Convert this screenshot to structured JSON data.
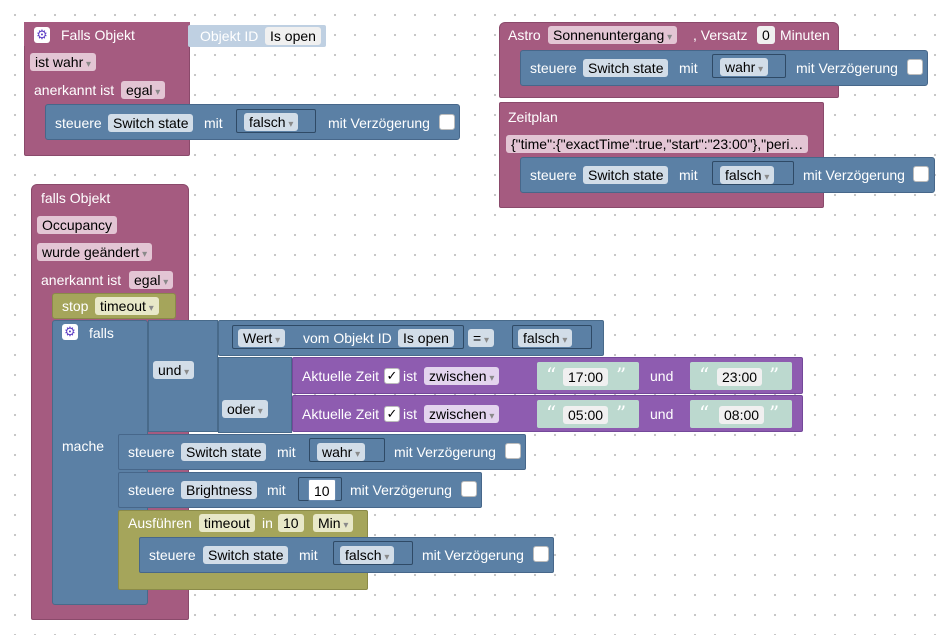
{
  "block_group_1": {
    "header": "Falls Objekt",
    "object_id_label": "Objekt ID",
    "object_id_value": "Is open",
    "condition": "ist wahr",
    "ack_label": "anerkannt ist",
    "ack_value": "egal",
    "control": {
      "label": "steuere",
      "target": "Switch state",
      "with": "mit",
      "value": "falsch",
      "delay": "mit Verzögerung"
    }
  },
  "block_group_2": {
    "header": "Astro",
    "event": "Sonnenuntergang",
    "offset_label": ", Versatz",
    "offset_value": "0",
    "minutes": "Minuten",
    "control": {
      "label": "steuere",
      "target": "Switch state",
      "with": "mit",
      "value": "wahr",
      "delay": "mit Verzögerung"
    },
    "schedule_label": "Zeitplan",
    "schedule_value": "{\"time\":{\"exactTime\":true,\"start\":\"23:00\"},\"peri…",
    "control2": {
      "label": "steuere",
      "target": "Switch state",
      "with": "mit",
      "value": "falsch",
      "delay": "mit Verzögerung"
    }
  },
  "block_group_3": {
    "header": "falls Objekt",
    "object": "Occupancy",
    "trigger": "wurde geändert",
    "ack_label": "anerkannt ist",
    "ack_value": "egal",
    "stop_label": "stop",
    "stop_value": "timeout",
    "if_label": "falls",
    "and_label": "und",
    "or_label": "oder",
    "compare": {
      "value_label": "Wert",
      "from_label": "vom Objekt ID",
      "object": "Is open",
      "operator": "=",
      "rhs": "falsch"
    },
    "time1": {
      "label": "Aktuelle Zeit",
      "check": "✓",
      "is": "ist",
      "op": "zwischen",
      "start": "17:00",
      "and": "und",
      "end": "23:00"
    },
    "time2": {
      "label": "Aktuelle Zeit",
      "check": "✓",
      "is": "ist",
      "op": "zwischen",
      "start": "05:00",
      "and": "und",
      "end": "08:00"
    },
    "do_label": "mache",
    "ctrl_switch": {
      "label": "steuere",
      "target": "Switch state",
      "with": "mit",
      "value": "wahr",
      "delay": "mit Verzögerung"
    },
    "ctrl_brightness": {
      "label": "steuere",
      "target": "Brightness",
      "with": "mit",
      "value": "10",
      "delay": "mit Verzögerung"
    },
    "timeout": {
      "label": "Ausführen",
      "name": "timeout",
      "in": "in",
      "value": "10",
      "unit": "Min"
    },
    "ctrl_switch2": {
      "label": "steuere",
      "target": "Switch state",
      "with": "mit",
      "value": "falsch",
      "delay": "mit Verzögerung"
    }
  },
  "colors": {
    "event_block": "#a55b80",
    "action_block": "#5b80a5",
    "time_block": "#8e5cb0",
    "timeout_block": "#a5a55b",
    "string_block": "#7ea5a5"
  },
  "icons": [
    "gear-icon",
    "checkbox-icon",
    "quote-open-icon",
    "quote-close-icon",
    "dropdown-arrow-icon"
  ]
}
